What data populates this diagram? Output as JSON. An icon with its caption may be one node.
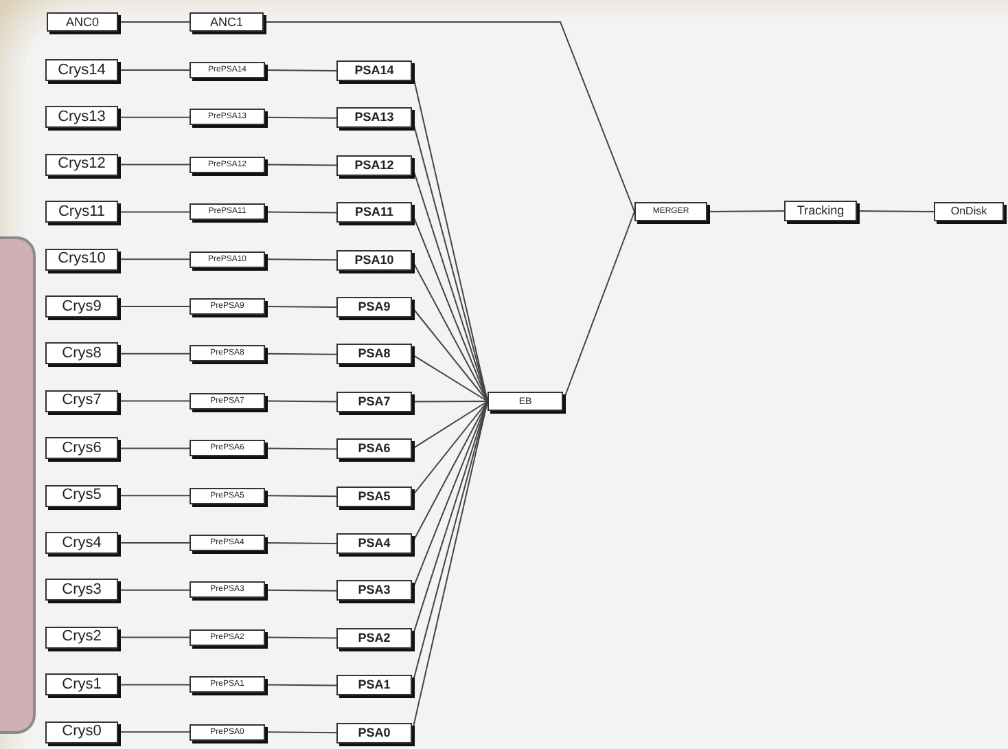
{
  "diagram": {
    "nodes": [
      {
        "text": [
          "ANC0"
        ]
      },
      {
        "text": [
          "ANC1"
        ]
      },
      {
        "text": [
          "Crys14"
        ]
      },
      {
        "text": [
          "PrePSA14"
        ]
      },
      {
        "text": [
          "PSA14"
        ]
      },
      {
        "text": [
          "Crys13"
        ]
      },
      {
        "text": [
          "PrePSA13"
        ]
      },
      {
        "text": [
          "PSA13"
        ]
      },
      {
        "text": [
          "Crys12"
        ]
      },
      {
        "text": [
          "PrePSA12"
        ]
      },
      {
        "text": [
          "PSA12"
        ]
      },
      {
        "text": [
          "Crys11"
        ]
      },
      {
        "text": [
          "PrePSA11"
        ]
      },
      {
        "text": [
          "PSA11"
        ]
      },
      {
        "text": [
          "Crys10"
        ]
      },
      {
        "text": [
          "PrePSA10"
        ]
      },
      {
        "text": [
          "PSA10"
        ]
      },
      {
        "text": [
          "Crys9"
        ]
      },
      {
        "text": [
          "PrePSA9"
        ]
      },
      {
        "text": [
          "PSA9"
        ]
      },
      {
        "text": [
          "Crys8"
        ]
      },
      {
        "text": [
          "PrePSA8"
        ]
      },
      {
        "text": [
          "PSA8"
        ]
      },
      {
        "text": [
          "Crys7"
        ]
      },
      {
        "text": [
          "PrePSA7"
        ]
      },
      {
        "text": [
          "PSA7"
        ]
      },
      {
        "text": [
          "Crys6"
        ]
      },
      {
        "text": [
          "PrePSA6"
        ]
      },
      {
        "text": [
          "PSA6"
        ]
      },
      {
        "text": [
          "Crys5"
        ]
      },
      {
        "text": [
          "PrePSA5"
        ]
      },
      {
        "text": [
          "PSA5"
        ]
      },
      {
        "text": [
          "Crys4"
        ]
      },
      {
        "text": [
          "PrePSA4"
        ]
      },
      {
        "text": [
          "PSA4"
        ]
      },
      {
        "text": [
          "Crys3"
        ]
      },
      {
        "text": [
          "PrePSA3"
        ]
      },
      {
        "text": [
          "PSA3"
        ]
      },
      {
        "text": [
          "Crys2"
        ]
      },
      {
        "text": [
          "PrePSA2"
        ]
      },
      {
        "text": [
          "PSA2"
        ]
      },
      {
        "text": [
          "Crys1"
        ]
      },
      {
        "text": [
          "PrePSA1"
        ]
      },
      {
        "text": [
          "PSA1"
        ]
      },
      {
        "text": [
          "Crys0"
        ]
      },
      {
        "text": [
          "PrePSA0"
        ]
      },
      {
        "text": [
          "PSA0"
        ]
      },
      {
        "text": [
          "EB"
        ]
      },
      {
        "text": [
          "MERGER"
        ]
      },
      {
        "text": [
          "Tracking"
        ]
      },
      {
        "text": [
          "OnDisk"
        ]
      }
    ],
    "edges": [
      {
        "from": 0,
        "to": 1,
        "arrow": "none"
      },
      {
        "from": 1,
        "to": 48,
        "arrow": "none"
      },
      {
        "from": 2,
        "to": 3,
        "arrow": "none"
      },
      {
        "from": 3,
        "to": 4,
        "arrow": "none"
      },
      {
        "from": 4,
        "to": 47,
        "arrow": "none"
      },
      {
        "from": 5,
        "to": 6,
        "arrow": "none"
      },
      {
        "from": 6,
        "to": 7,
        "arrow": "none"
      },
      {
        "from": 7,
        "to": 47,
        "arrow": "none"
      },
      {
        "from": 8,
        "to": 9,
        "arrow": "none"
      },
      {
        "from": 9,
        "to": 10,
        "arrow": "none"
      },
      {
        "from": 10,
        "to": 47,
        "arrow": "none"
      },
      {
        "from": 11,
        "to": 12,
        "arrow": "none"
      },
      {
        "from": 12,
        "to": 13,
        "arrow": "none"
      },
      {
        "from": 13,
        "to": 47,
        "arrow": "none"
      },
      {
        "from": 14,
        "to": 15,
        "arrow": "none"
      },
      {
        "from": 15,
        "to": 16,
        "arrow": "none"
      },
      {
        "from": 16,
        "to": 47,
        "arrow": "none"
      },
      {
        "from": 17,
        "to": 18,
        "arrow": "none"
      },
      {
        "from": 18,
        "to": 19,
        "arrow": "none"
      },
      {
        "from": 19,
        "to": 47,
        "arrow": "none"
      },
      {
        "from": 20,
        "to": 21,
        "arrow": "none"
      },
      {
        "from": 21,
        "to": 22,
        "arrow": "none"
      },
      {
        "from": 22,
        "to": 47,
        "arrow": "none"
      },
      {
        "from": 23,
        "to": 24,
        "arrow": "none"
      },
      {
        "from": 24,
        "to": 25,
        "arrow": "none"
      },
      {
        "from": 25,
        "to": 47,
        "arrow": "none"
      },
      {
        "from": 26,
        "to": 27,
        "arrow": "none"
      },
      {
        "from": 27,
        "to": 28,
        "arrow": "none"
      },
      {
        "from": 28,
        "to": 47,
        "arrow": "none"
      },
      {
        "from": 29,
        "to": 30,
        "arrow": "none"
      },
      {
        "from": 30,
        "to": 31,
        "arrow": "none"
      },
      {
        "from": 31,
        "to": 47,
        "arrow": "none"
      },
      {
        "from": 32,
        "to": 33,
        "arrow": "none"
      },
      {
        "from": 33,
        "to": 34,
        "arrow": "none"
      },
      {
        "from": 34,
        "to": 47,
        "arrow": "none"
      },
      {
        "from": 35,
        "to": 36,
        "arrow": "none"
      },
      {
        "from": 36,
        "to": 37,
        "arrow": "none"
      },
      {
        "from": 37,
        "to": 47,
        "arrow": "none"
      },
      {
        "from": 38,
        "to": 39,
        "arrow": "none"
      },
      {
        "from": 39,
        "to": 40,
        "arrow": "none"
      },
      {
        "from": 40,
        "to": 47,
        "arrow": "none"
      },
      {
        "from": 41,
        "to": 42,
        "arrow": "none"
      },
      {
        "from": 42,
        "to": 43,
        "arrow": "none"
      },
      {
        "from": 43,
        "to": 47,
        "arrow": "none"
      },
      {
        "from": 44,
        "to": 45,
        "arrow": "none"
      },
      {
        "from": 45,
        "to": 46,
        "arrow": "none"
      },
      {
        "from": 46,
        "to": 47,
        "arrow": "none"
      },
      {
        "from": 47,
        "to": 48,
        "arrow": "none"
      },
      {
        "from": 48,
        "to": 49,
        "arrow": "none"
      },
      {
        "from": 49,
        "to": 50,
        "arrow": "none"
      }
    ]
  }
}
